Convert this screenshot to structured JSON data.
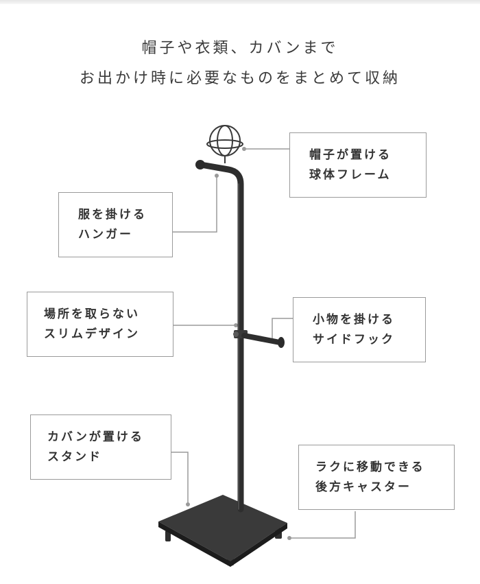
{
  "headline": {
    "line1": "帽子や衣類、カバンまで",
    "line2": "お出かけ時に必要なものをまとめて収納"
  },
  "callouts": {
    "hat_frame": {
      "line1": "帽子が置ける",
      "line2": "球体フレーム"
    },
    "hanger": {
      "line1": "服を掛ける",
      "line2": "ハンガー"
    },
    "slim_design": {
      "line1": "場所を取らない",
      "line2": "スリムデザイン"
    },
    "side_hook": {
      "line1": "小物を掛ける",
      "line2": "サイドフック"
    },
    "bag_stand": {
      "line1": "カバンが置ける",
      "line2": "スタンド"
    },
    "casters": {
      "line1": "ラクに移動できる",
      "line2": "後方キャスター"
    }
  },
  "colors": {
    "product": "#2e2e2e",
    "leader_line": "#9a9a9a",
    "box_border": "#9a9a9a"
  }
}
